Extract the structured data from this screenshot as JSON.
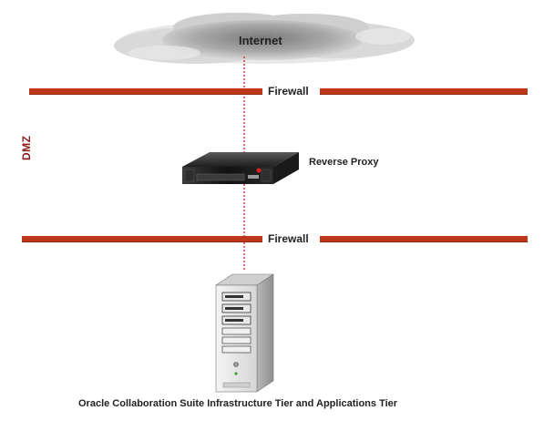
{
  "internet": {
    "label": "Internet",
    "icon": "cloud-icon"
  },
  "firewalls": [
    {
      "label": "Firewall"
    },
    {
      "label": "Firewall"
    }
  ],
  "zone": {
    "label": "DMZ",
    "color": "#8b1a1a"
  },
  "proxy": {
    "label": "Reverse Proxy",
    "icon": "rack-server-icon"
  },
  "backend": {
    "label": "Oracle Collaboration Suite Infrastructure Tier and Applications Tier",
    "icon": "tower-server-icon"
  },
  "colors": {
    "firewall": "#c0361a",
    "link": "#cc1e1e"
  }
}
